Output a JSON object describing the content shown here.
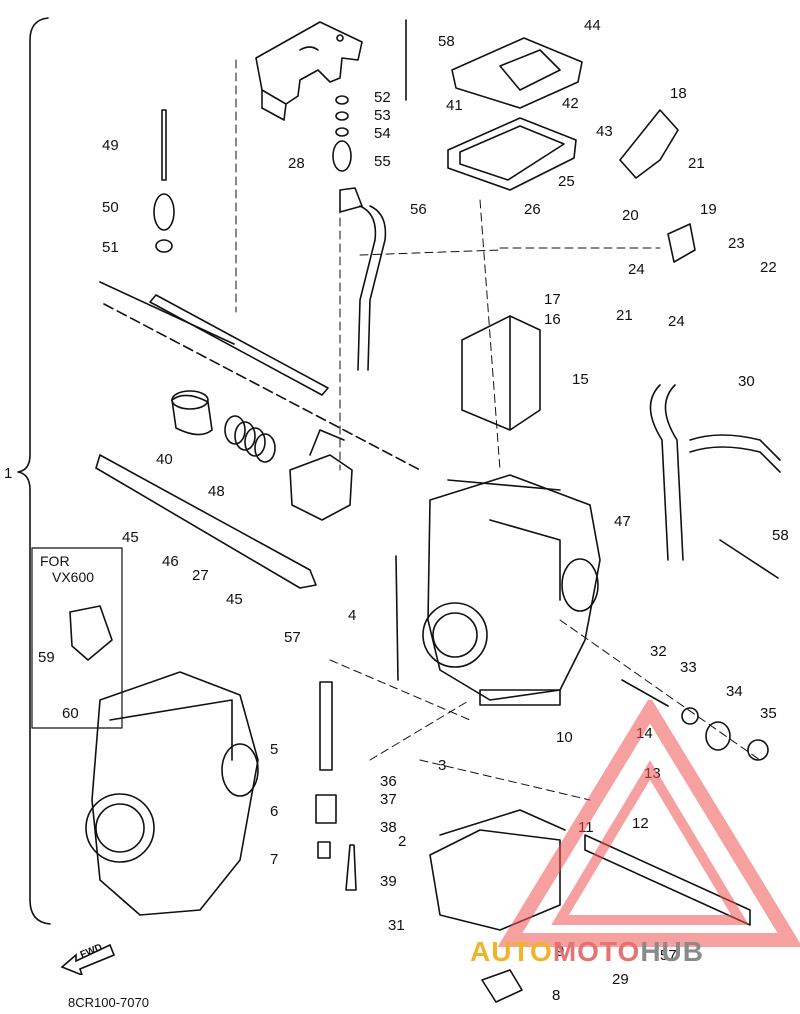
{
  "diagram": {
    "drawing_code": "8CR100-7070",
    "variant_note_line1": "FOR",
    "variant_note_line2": "VX600",
    "fwd_label": "FWD",
    "callouts": [
      "1",
      "2",
      "3",
      "4",
      "5",
      "6",
      "7",
      "8",
      "9",
      "10",
      "11",
      "12",
      "13",
      "14",
      "15",
      "16",
      "17",
      "18",
      "19",
      "20",
      "21",
      "21",
      "22",
      "23",
      "24",
      "24",
      "25",
      "26",
      "27",
      "28",
      "29",
      "30",
      "31",
      "32",
      "33",
      "34",
      "35",
      "36",
      "37",
      "38",
      "39",
      "40",
      "41",
      "42",
      "43",
      "44",
      "45",
      "45",
      "46",
      "47",
      "48",
      "49",
      "50",
      "51",
      "52",
      "53",
      "54",
      "55",
      "56",
      "57",
      "57",
      "58",
      "58",
      "59",
      "60"
    ]
  },
  "watermark": {
    "word_part1": "AUTO",
    "word_part2": "MOTO",
    "word_part3": "HUB",
    "color_part1": "#f0b429",
    "color_part2": "#e57373",
    "color_part3": "#8a8a8a",
    "triangle_color": "#ef5350"
  },
  "colors": {
    "ink": "#111111",
    "paper": "#ffffff"
  }
}
